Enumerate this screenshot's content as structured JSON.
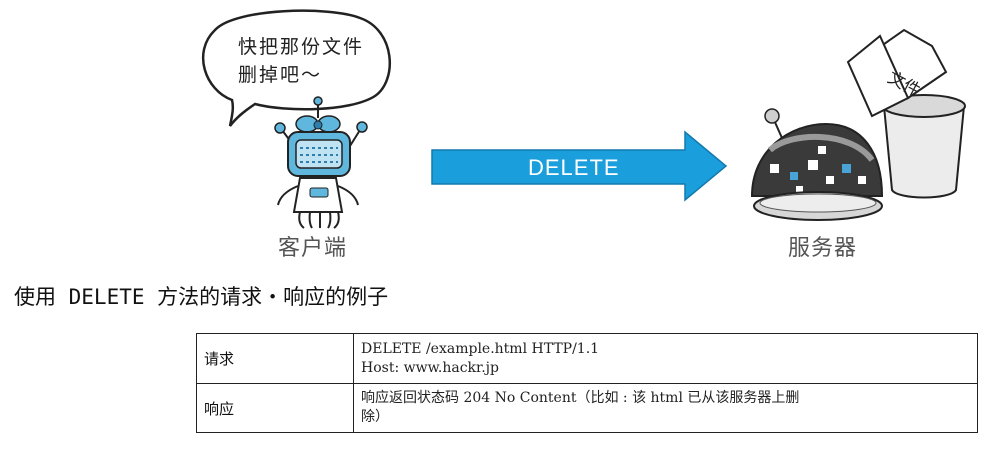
{
  "illustration": {
    "bubble_line1": "快把那份文件",
    "bubble_line2": "删掉吧～",
    "client_label": "客户端",
    "server_label": "服务器",
    "arrow_label": "DELETE",
    "file_label": "文件",
    "colors": {
      "arrow": "#1a9fdc",
      "robot_client": "#5fb7de",
      "robot_server": "#3a3a3a",
      "bin": "#e9e9e9"
    }
  },
  "section_title": "使用 DELETE 方法的请求・响应的例子",
  "table": {
    "rows": [
      {
        "key": "请求",
        "lines": [
          "DELETE /example.html HTTP/1.1",
          "Host: www.hackr.jp"
        ]
      },
      {
        "key": "响应",
        "lines": [
          "响应返回状态码 204 No Content（比如 : 该 html 已从该服务器上删",
          "除）"
        ]
      }
    ]
  }
}
